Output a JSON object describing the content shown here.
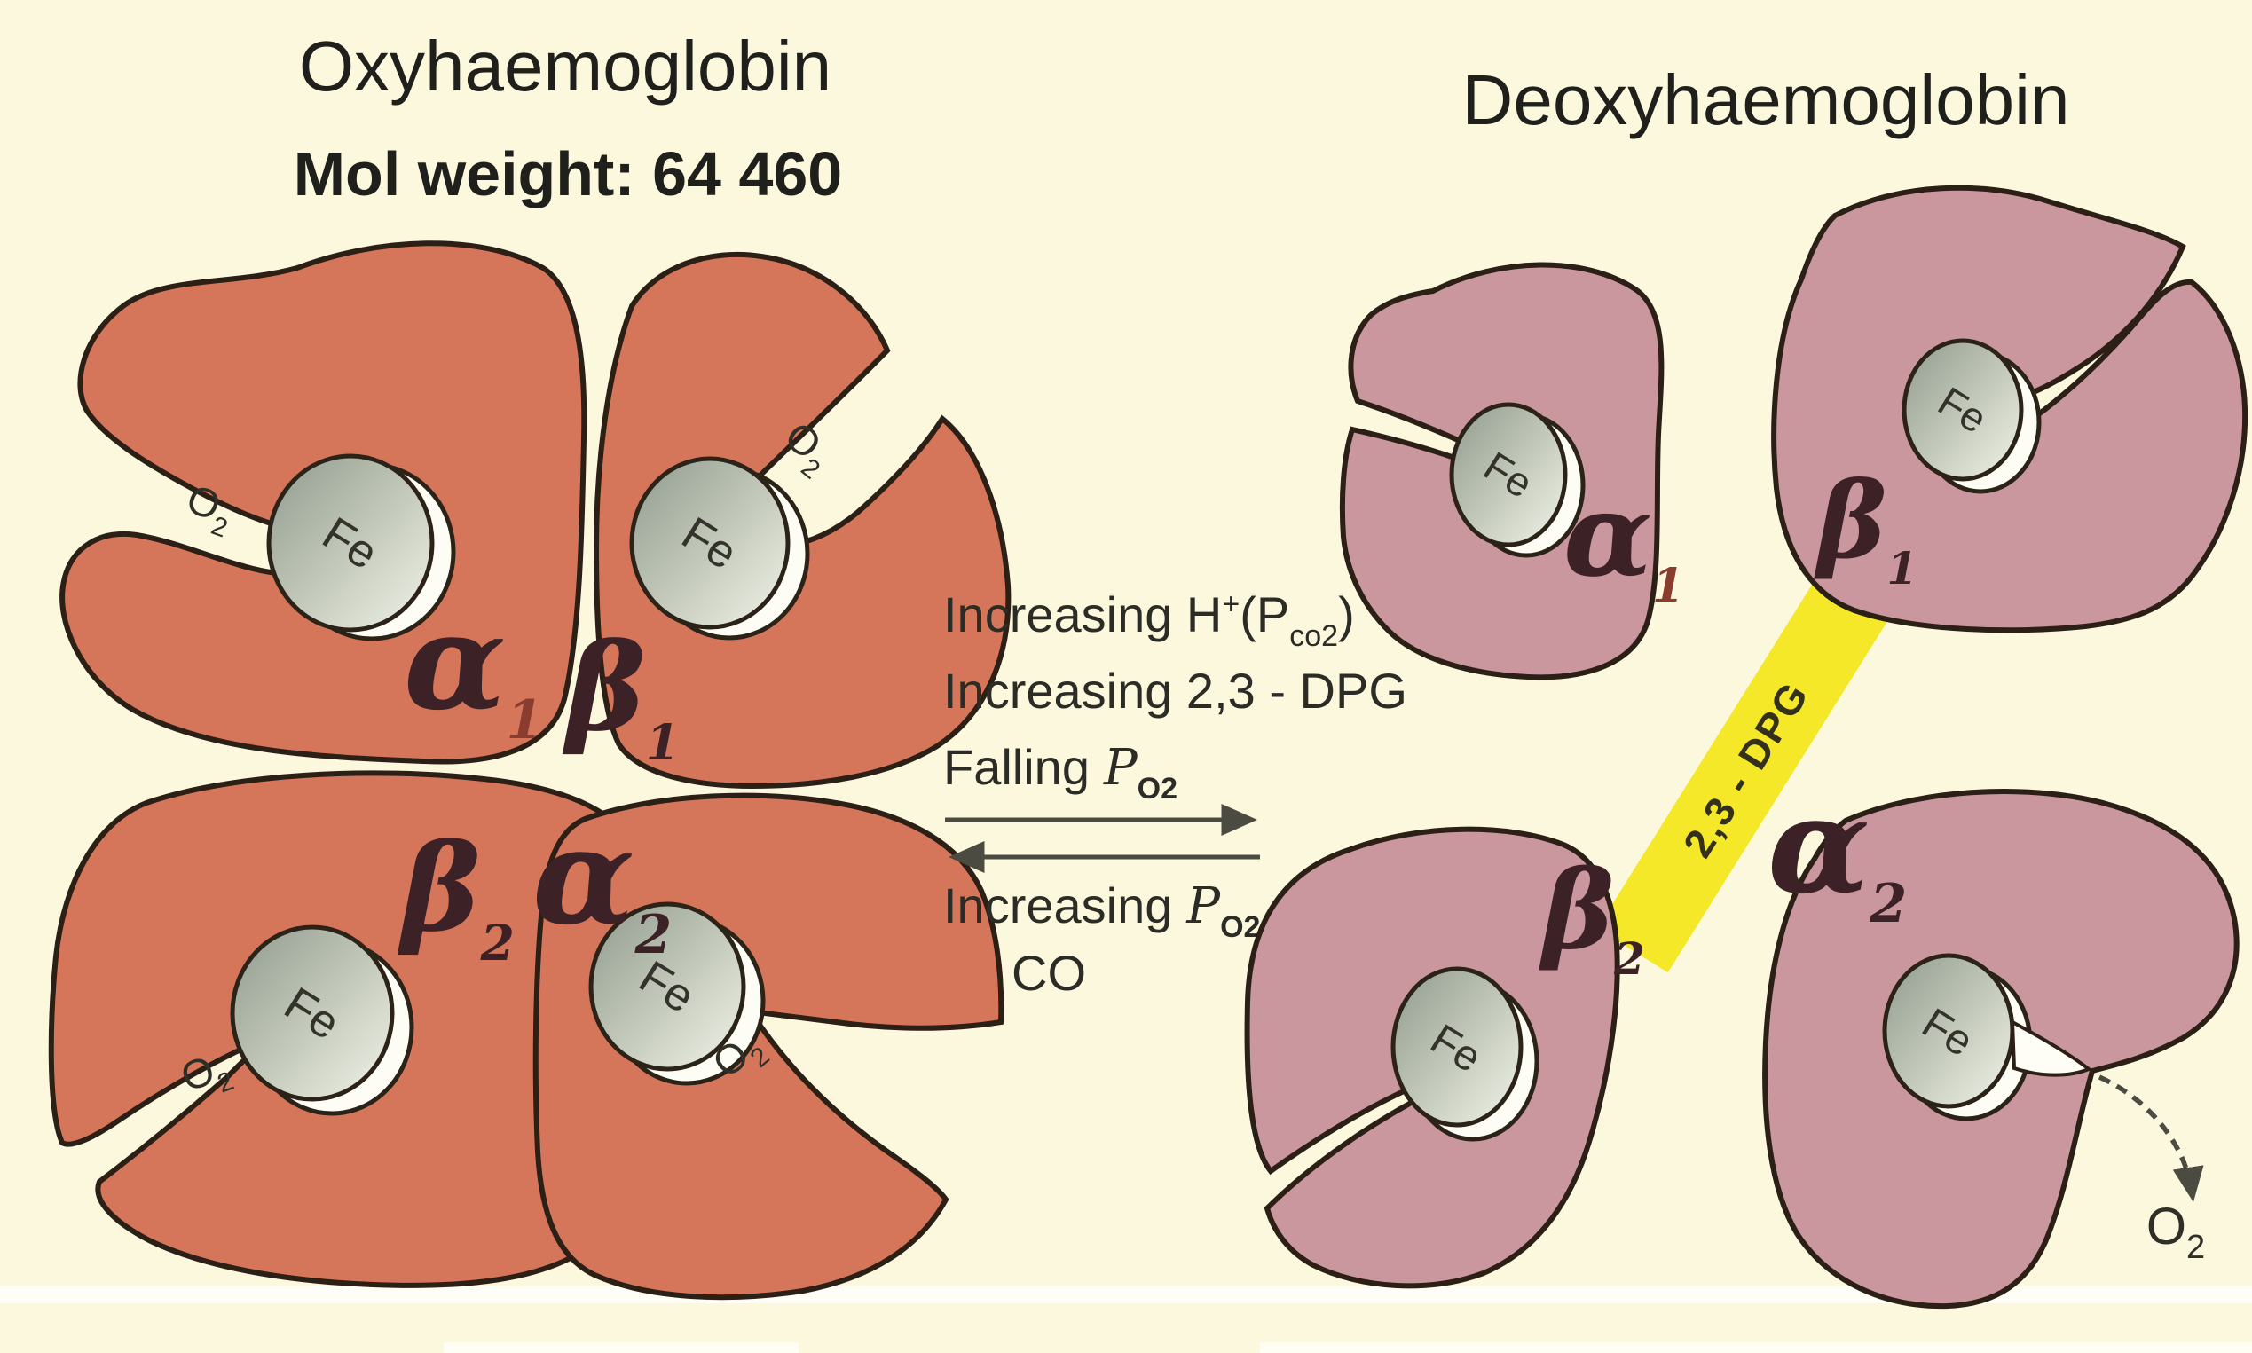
{
  "titles": {
    "left": "Oxyhaemoglobin",
    "left_sub": "Mol weight: 64 460",
    "right": "Deoxyhaemoglobin"
  },
  "transition": {
    "fwd1": {
      "a": "Increasing H",
      "sup": "+",
      "b": "(P",
      "sub": "co2",
      "c": ")"
    },
    "fwd2": "Increasing 2,3 - DPG",
    "fwd3": {
      "a": "Falling",
      "p": "P",
      "sub": "O2"
    },
    "rev1": {
      "a": "Increasing",
      "p": "P",
      "sub": "O2"
    },
    "rev2": "CO"
  },
  "glyphs": {
    "alpha": "α",
    "beta": "β",
    "one": "1",
    "two": "2"
  },
  "fe": "Fe",
  "o2": {
    "main": "O",
    "sub": "2"
  },
  "band": {
    "label": "2,3 - DPG",
    "color": "#f4e829"
  },
  "colors": {
    "background": "#fbf8de",
    "oxy_subunit": "#d5765b",
    "deoxy_subunit": "#c9979d",
    "outline": "#2b1f16",
    "fe_disc_light": "#eef0e6",
    "fe_disc_dark": "#98a294",
    "artifact_white": "#fffef6"
  }
}
